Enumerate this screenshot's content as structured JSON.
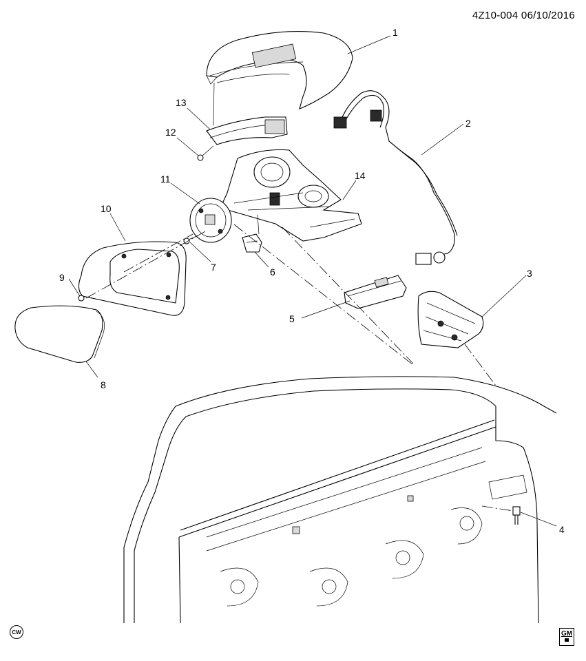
{
  "header": {
    "doc_id": "4Z10-004  06/10/2016"
  },
  "callouts": [
    "1",
    "2",
    "3",
    "4",
    "5",
    "6",
    "7",
    "8",
    "9",
    "10",
    "11",
    "12",
    "13",
    "14"
  ],
  "badges": {
    "rotation": "CW",
    "logo": "GM"
  }
}
